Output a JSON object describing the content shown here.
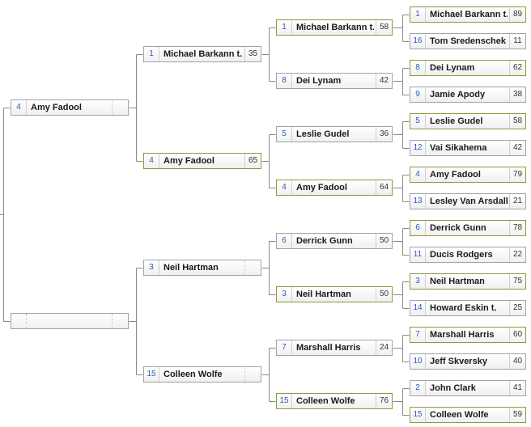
{
  "rounds": [
    {
      "name": "round-1",
      "matches": [
        [
          {
            "seed": "1",
            "name": "Michael Barkann t.",
            "score": "89",
            "winner": true
          },
          {
            "seed": "16",
            "name": "Tom Sredenschek",
            "score": "11",
            "winner": false
          }
        ],
        [
          {
            "seed": "8",
            "name": "Dei Lynam",
            "score": "62",
            "winner": true
          },
          {
            "seed": "9",
            "name": "Jamie Apody",
            "score": "38",
            "winner": false
          }
        ],
        [
          {
            "seed": "5",
            "name": "Leslie Gudel",
            "score": "58",
            "winner": true
          },
          {
            "seed": "12",
            "name": "Vai Sikahema",
            "score": "42",
            "winner": false
          }
        ],
        [
          {
            "seed": "4",
            "name": "Amy Fadool",
            "score": "79",
            "winner": true
          },
          {
            "seed": "13",
            "name": "Lesley Van Arsdall",
            "score": "21",
            "winner": false
          }
        ],
        [
          {
            "seed": "6",
            "name": "Derrick Gunn",
            "score": "78",
            "winner": true
          },
          {
            "seed": "11",
            "name": "Ducis Rodgers",
            "score": "22",
            "winner": false
          }
        ],
        [
          {
            "seed": "3",
            "name": "Neil Hartman",
            "score": "75",
            "winner": true
          },
          {
            "seed": "14",
            "name": "Howard Eskin t.",
            "score": "25",
            "winner": false
          }
        ],
        [
          {
            "seed": "7",
            "name": "Marshall Harris",
            "score": "60",
            "winner": true
          },
          {
            "seed": "10",
            "name": "Jeff Skversky",
            "score": "40",
            "winner": false
          }
        ],
        [
          {
            "seed": "2",
            "name": "John Clark",
            "score": "41",
            "winner": false
          },
          {
            "seed": "15",
            "name": "Colleen Wolfe",
            "score": "59",
            "winner": true
          }
        ]
      ]
    },
    {
      "name": "round-2",
      "matches": [
        [
          {
            "seed": "1",
            "name": "Michael Barkann t.",
            "score": "58",
            "winner": true
          },
          {
            "seed": "8",
            "name": "Dei Lynam",
            "score": "42",
            "winner": false
          }
        ],
        [
          {
            "seed": "5",
            "name": "Leslie Gudel",
            "score": "36",
            "winner": false
          },
          {
            "seed": "4",
            "name": "Amy Fadool",
            "score": "64",
            "winner": true
          }
        ],
        [
          {
            "seed": "6",
            "name": "Derrick Gunn",
            "score": "50",
            "winner": false
          },
          {
            "seed": "3",
            "name": "Neil Hartman",
            "score": "50",
            "winner": true
          }
        ],
        [
          {
            "seed": "7",
            "name": "Marshall Harris",
            "score": "24",
            "winner": false
          },
          {
            "seed": "15",
            "name": "Colleen Wolfe",
            "score": "76",
            "winner": true
          }
        ]
      ]
    },
    {
      "name": "round-3",
      "matches": [
        [
          {
            "seed": "1",
            "name": "Michael Barkann t.",
            "score": "35",
            "winner": false
          },
          {
            "seed": "4",
            "name": "Amy Fadool",
            "score": "65",
            "winner": true
          }
        ],
        [
          {
            "seed": "3",
            "name": "Neil Hartman",
            "score": "",
            "winner": false
          },
          {
            "seed": "15",
            "name": "Colleen Wolfe",
            "score": "",
            "winner": false
          }
        ]
      ]
    },
    {
      "name": "round-4",
      "matches": [
        [
          {
            "seed": "4",
            "name": "Amy Fadool",
            "score": "",
            "winner": false
          },
          {
            "seed": "",
            "name": "",
            "score": "",
            "winner": false
          }
        ]
      ]
    }
  ]
}
